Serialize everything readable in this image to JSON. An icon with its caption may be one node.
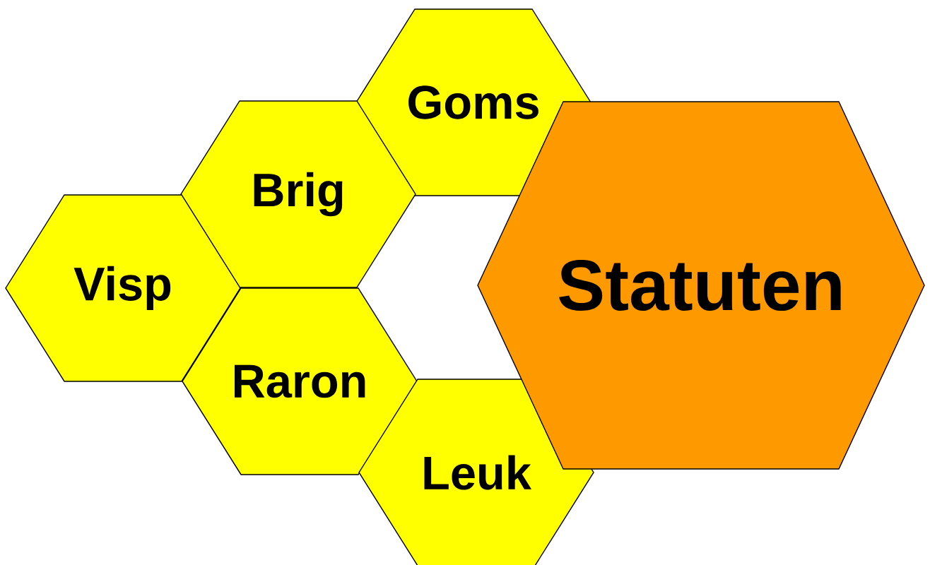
{
  "diagram": {
    "nodes": [
      {
        "text": [
          "Goms"
        ]
      },
      {
        "text": [
          "Brig"
        ]
      },
      {
        "text": [
          "Visp"
        ]
      },
      {
        "text": [
          "Statuten"
        ]
      },
      {
        "text": [
          "Raron"
        ]
      },
      {
        "text": [
          "Leuk"
        ]
      }
    ]
  }
}
